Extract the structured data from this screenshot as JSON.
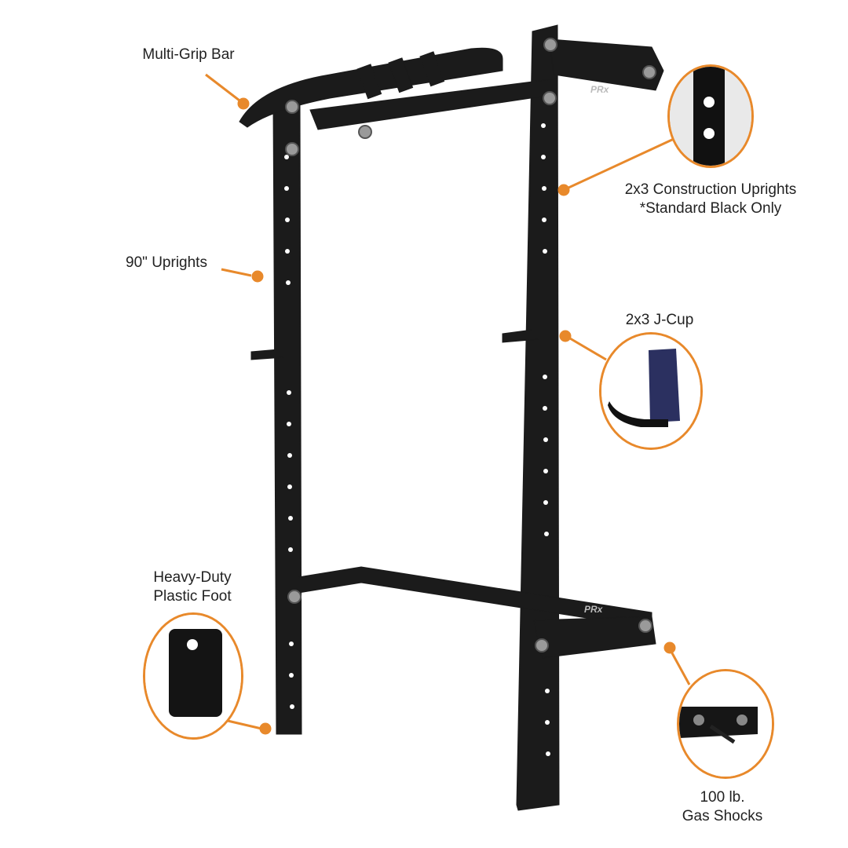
{
  "product": {
    "brand_mark": "PRx",
    "accent_color": "#e8892b",
    "frame_color": "#1b1b1b"
  },
  "callouts": {
    "multi_grip_bar": {
      "label": "Multi-Grip Bar"
    },
    "construction_uprights": {
      "line1": "2x3 Construction Uprights",
      "line2": "*Standard Black Only"
    },
    "uprights_90": {
      "label": "90\" Uprights"
    },
    "j_cup": {
      "label": "2x3 J-Cup"
    },
    "plastic_foot": {
      "line1": "Heavy-Duty",
      "line2": "Plastic Foot"
    },
    "gas_shocks": {
      "line1": "100 lb.",
      "line2": "Gas Shocks"
    }
  }
}
